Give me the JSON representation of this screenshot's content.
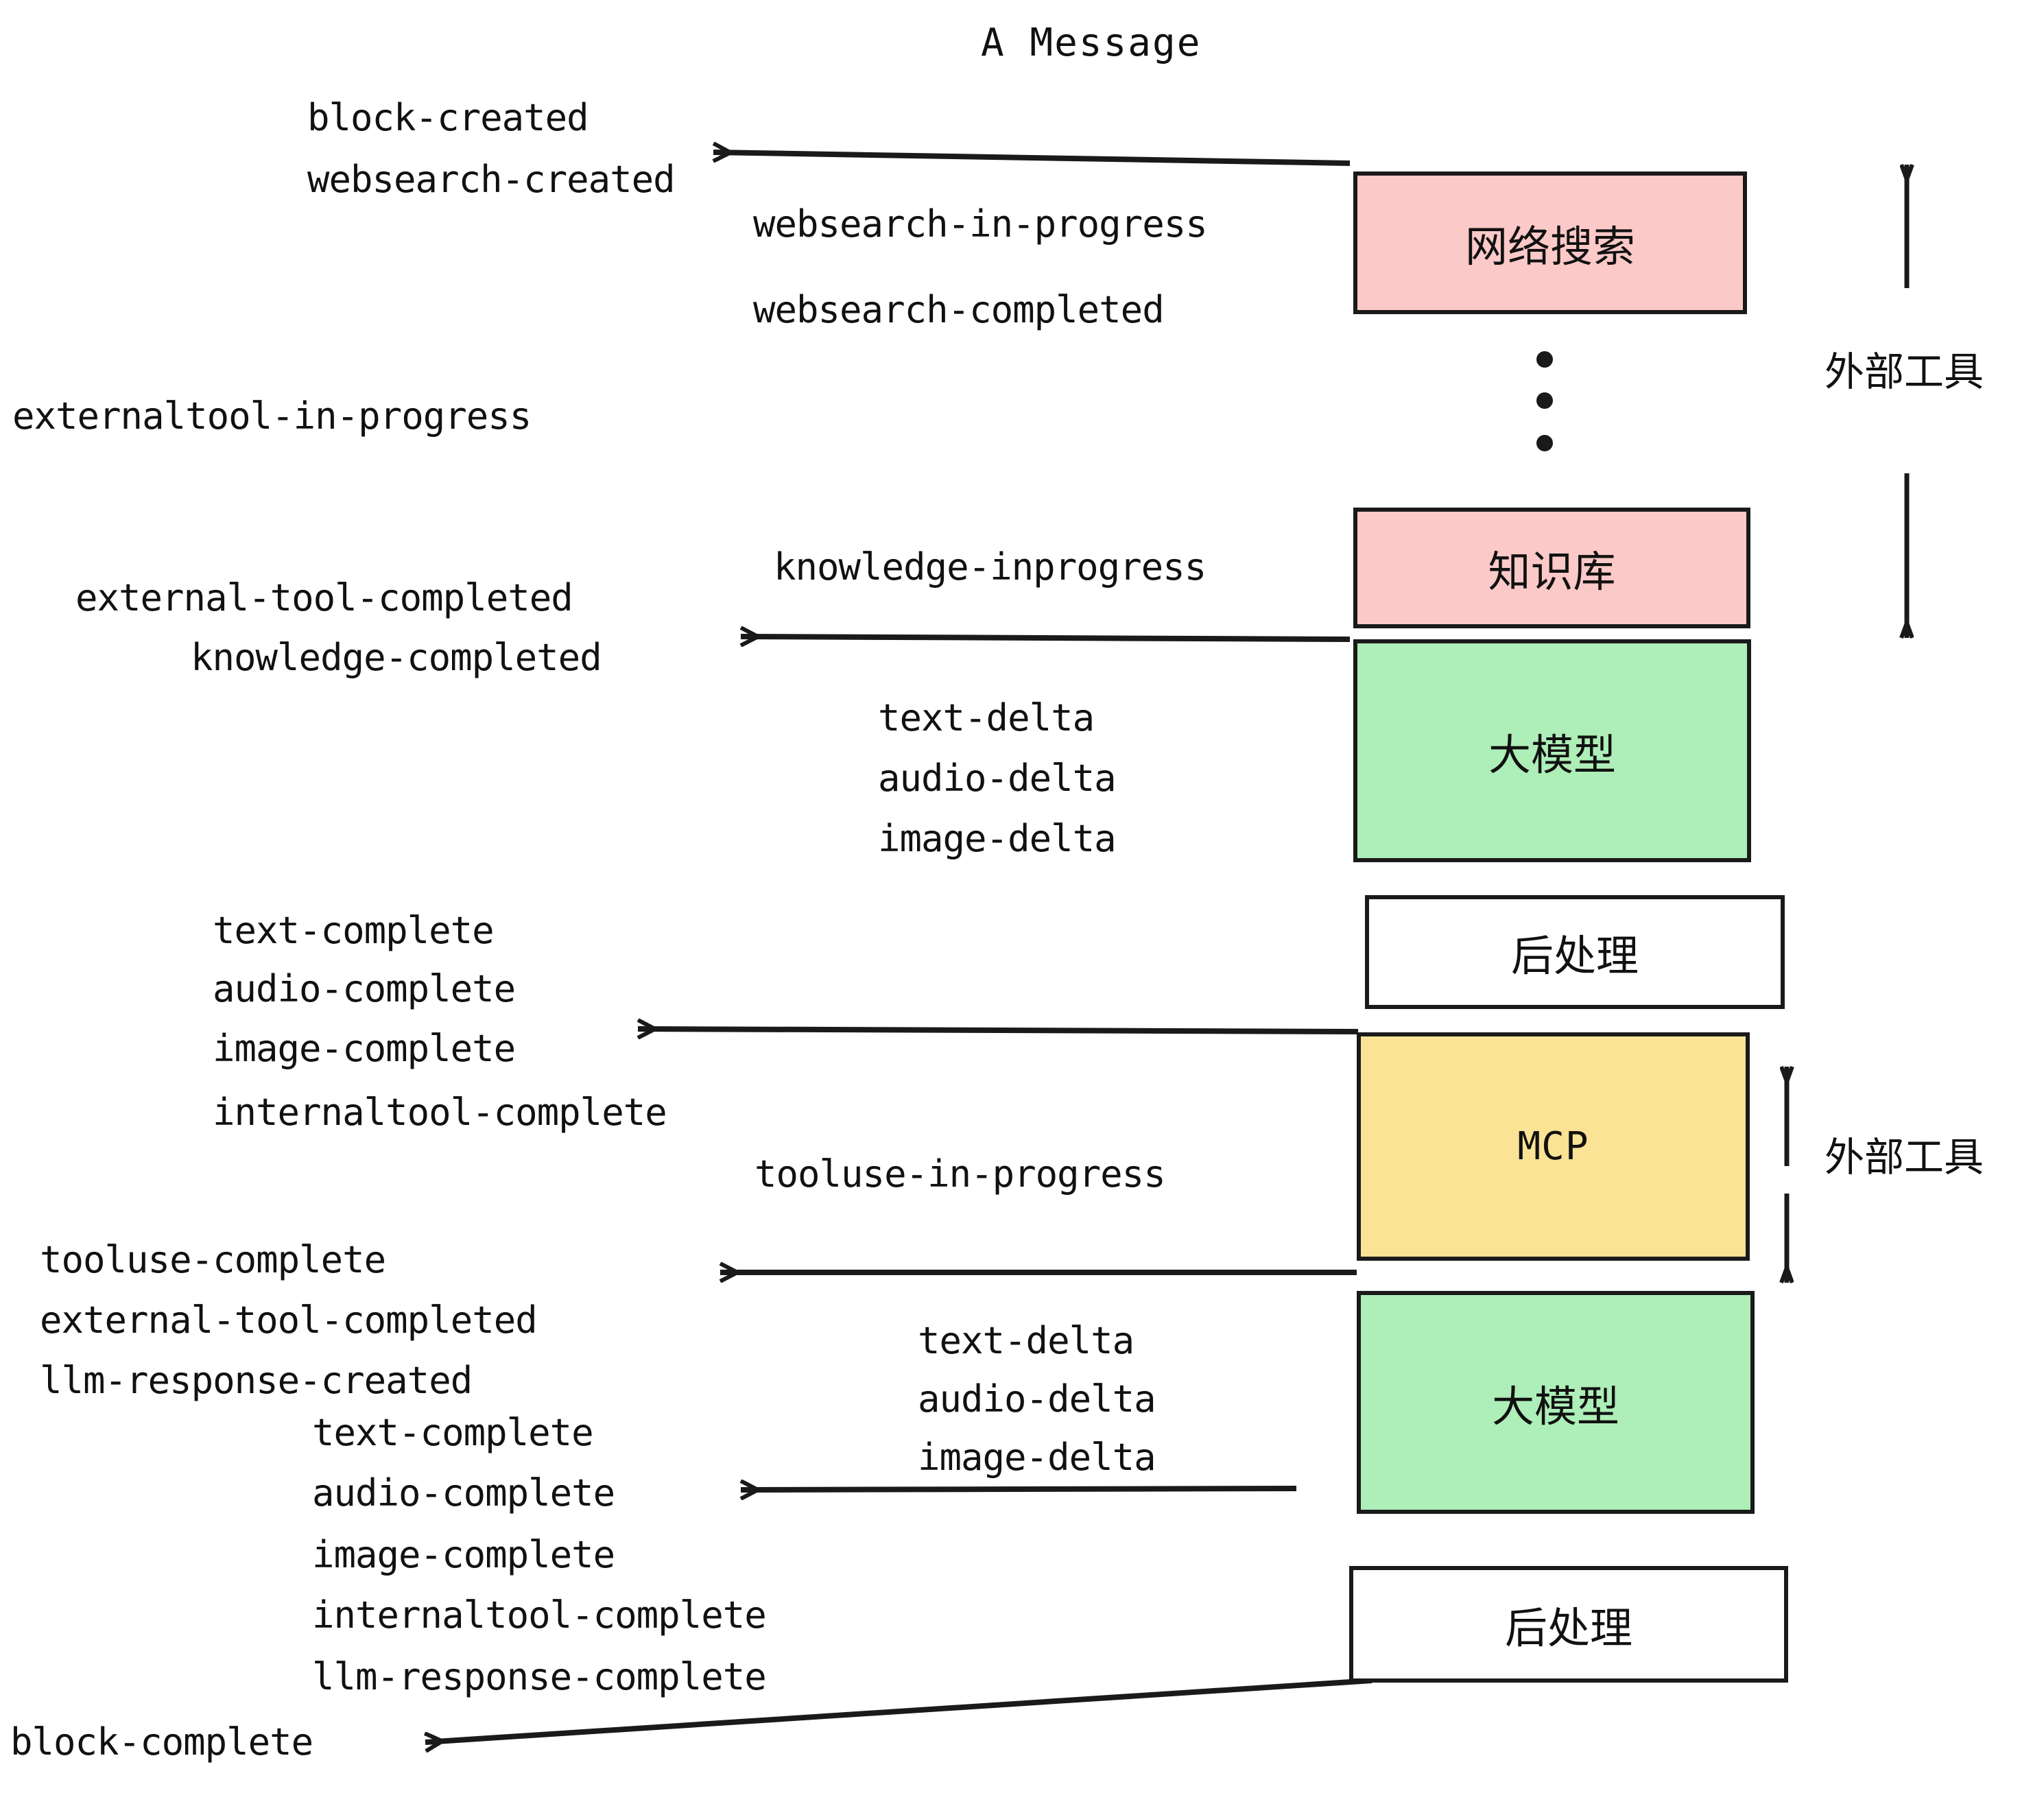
{
  "diagram": {
    "title": "A Message",
    "colors": {
      "pink": "#FBC9C7",
      "green": "#AEEEB8",
      "yellow": "#FAE394",
      "white": "#FFFFFF",
      "stroke": "#1a1a1a"
    },
    "boxes": [
      {
        "id": "websearch",
        "label": "网络搜索",
        "fill": "#FBC9C7",
        "mono": false
      },
      {
        "id": "knowledge",
        "label": "知识库",
        "fill": "#FBC9C7",
        "mono": false
      },
      {
        "id": "llm-1",
        "label": "大模型",
        "fill": "#AEEEB8",
        "mono": false
      },
      {
        "id": "postprocess-1",
        "label": "后处理",
        "fill": "#FFFFFF",
        "mono": false
      },
      {
        "id": "mcp",
        "label": "MCP",
        "fill": "#FAE394",
        "mono": true
      },
      {
        "id": "llm-2",
        "label": "大模型",
        "fill": "#AEEEB8",
        "mono": false
      },
      {
        "id": "postprocess-2",
        "label": "后处理",
        "fill": "#FFFFFF",
        "mono": false
      }
    ],
    "side_labels": [
      {
        "id": "external-tools-top",
        "text": "外部工具"
      },
      {
        "id": "external-tools-bottom",
        "text": "外部工具"
      }
    ],
    "events": [
      {
        "id": "block-created",
        "text": "block-created"
      },
      {
        "id": "websearch-created",
        "text": "websearch-created"
      },
      {
        "id": "websearch-in-progress",
        "text": "websearch-in-progress"
      },
      {
        "id": "websearch-completed",
        "text": "websearch-completed"
      },
      {
        "id": "externaltool-in-progress",
        "text": "externaltool-in-progress"
      },
      {
        "id": "knowledge-inprogress",
        "text": "knowledge-inprogress"
      },
      {
        "id": "external-tool-completed-1",
        "text": "external-tool-completed"
      },
      {
        "id": "knowledge-completed",
        "text": "knowledge-completed"
      },
      {
        "id": "text-delta-1",
        "text": "text-delta"
      },
      {
        "id": "audio-delta-1",
        "text": "audio-delta"
      },
      {
        "id": "image-delta-1",
        "text": "image-delta"
      },
      {
        "id": "text-complete-1",
        "text": "text-complete"
      },
      {
        "id": "audio-complete-1",
        "text": "audio-complete"
      },
      {
        "id": "image-complete-1",
        "text": "image-complete"
      },
      {
        "id": "internaltool-complete-1",
        "text": "internaltool-complete"
      },
      {
        "id": "tooluse-in-progress",
        "text": "tooluse-in-progress"
      },
      {
        "id": "tooluse-complete",
        "text": "tooluse-complete"
      },
      {
        "id": "external-tool-completed-2",
        "text": "external-tool-completed"
      },
      {
        "id": "llm-response-created",
        "text": "llm-response-created"
      },
      {
        "id": "text-delta-2",
        "text": "text-delta"
      },
      {
        "id": "audio-delta-2",
        "text": "audio-delta"
      },
      {
        "id": "image-delta-2",
        "text": "image-delta"
      },
      {
        "id": "text-complete-2",
        "text": "text-complete"
      },
      {
        "id": "audio-complete-2",
        "text": "audio-complete"
      },
      {
        "id": "image-complete-2",
        "text": "image-complete"
      },
      {
        "id": "internaltool-complete-2",
        "text": "internaltool-complete"
      },
      {
        "id": "llm-response-complete",
        "text": "llm-response-complete"
      },
      {
        "id": "block-complete",
        "text": "block-complete"
      }
    ]
  }
}
